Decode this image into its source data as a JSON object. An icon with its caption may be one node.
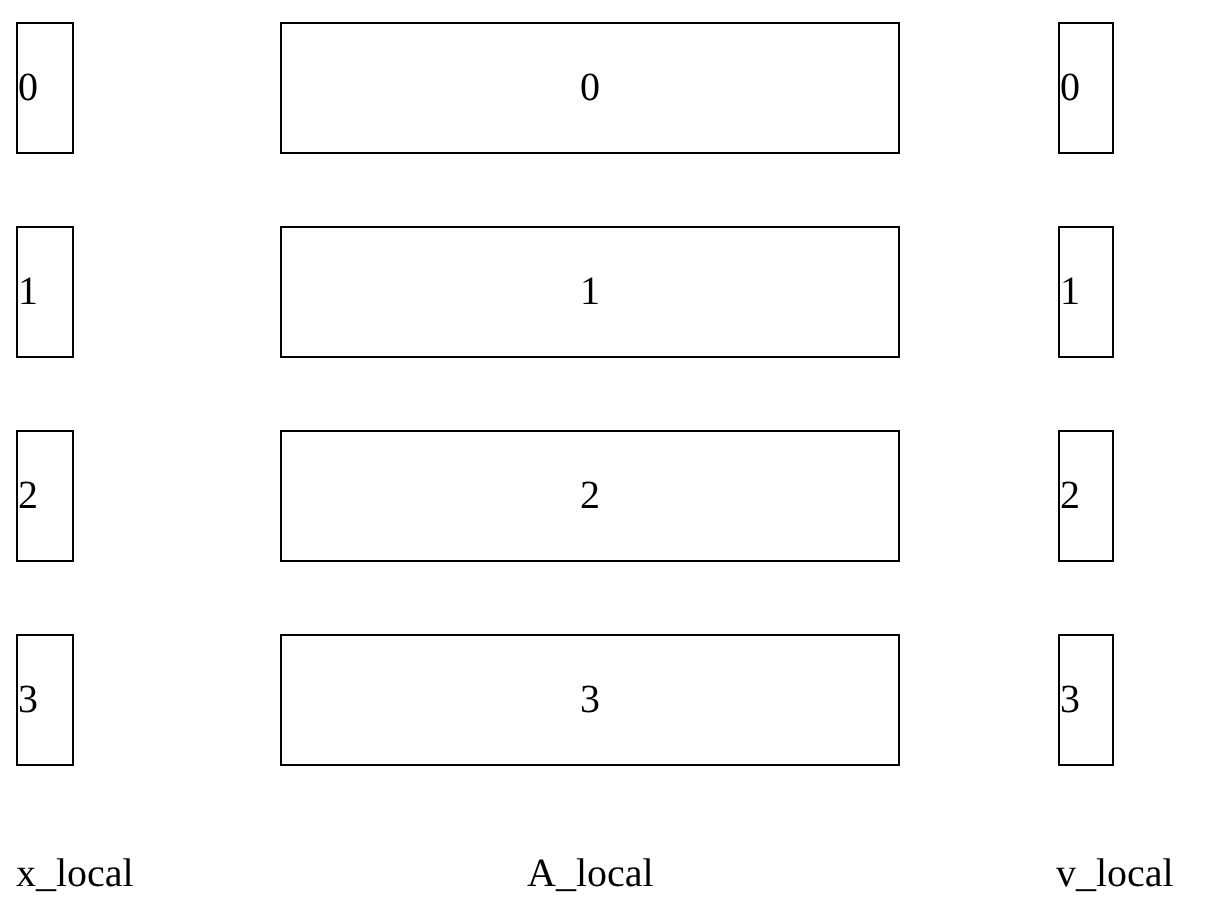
{
  "diagram": {
    "nodes": [
      {
        "text": [
          "0"
        ]
      },
      {
        "text": [
          "0"
        ]
      },
      {
        "text": [
          "0"
        ]
      },
      {
        "text": [
          "1"
        ]
      },
      {
        "text": [
          "1"
        ]
      },
      {
        "text": [
          "1"
        ]
      },
      {
        "text": [
          "2"
        ]
      },
      {
        "text": [
          "2"
        ]
      },
      {
        "text": [
          "2"
        ]
      },
      {
        "text": [
          "3"
        ]
      },
      {
        "text": [
          "3"
        ]
      },
      {
        "text": [
          "3"
        ]
      }
    ],
    "labels": [
      "x_local",
      "A_local",
      "v_local"
    ]
  }
}
